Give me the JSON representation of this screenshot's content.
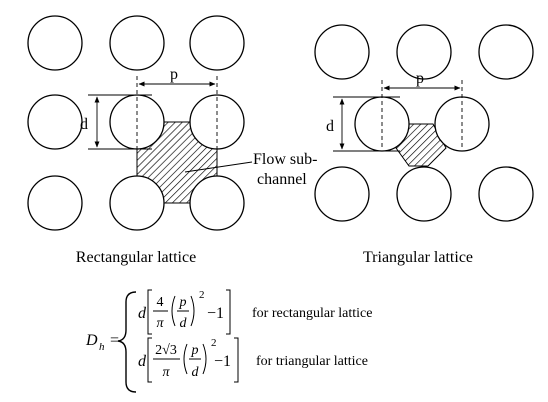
{
  "diagram": {
    "rect_lattice": {
      "caption": "Rectangular lattice",
      "pitch_label": "p",
      "diameter_label": "d",
      "flow_label_line1": "Flow sub-",
      "flow_label_line2": "channel"
    },
    "tri_lattice": {
      "caption": "Triangular lattice",
      "pitch_label": "p",
      "diameter_label": "d"
    }
  },
  "formula": {
    "lhs_var": "D",
    "lhs_sub": "h",
    "equals": "=",
    "rect_num": "4",
    "tri_num": "2√3",
    "pi": "π",
    "p": "p",
    "d": "d",
    "exp": "2",
    "minus_one": "−1",
    "rect_label": "for rectangular lattice",
    "tri_label": "for triangular lattice"
  }
}
